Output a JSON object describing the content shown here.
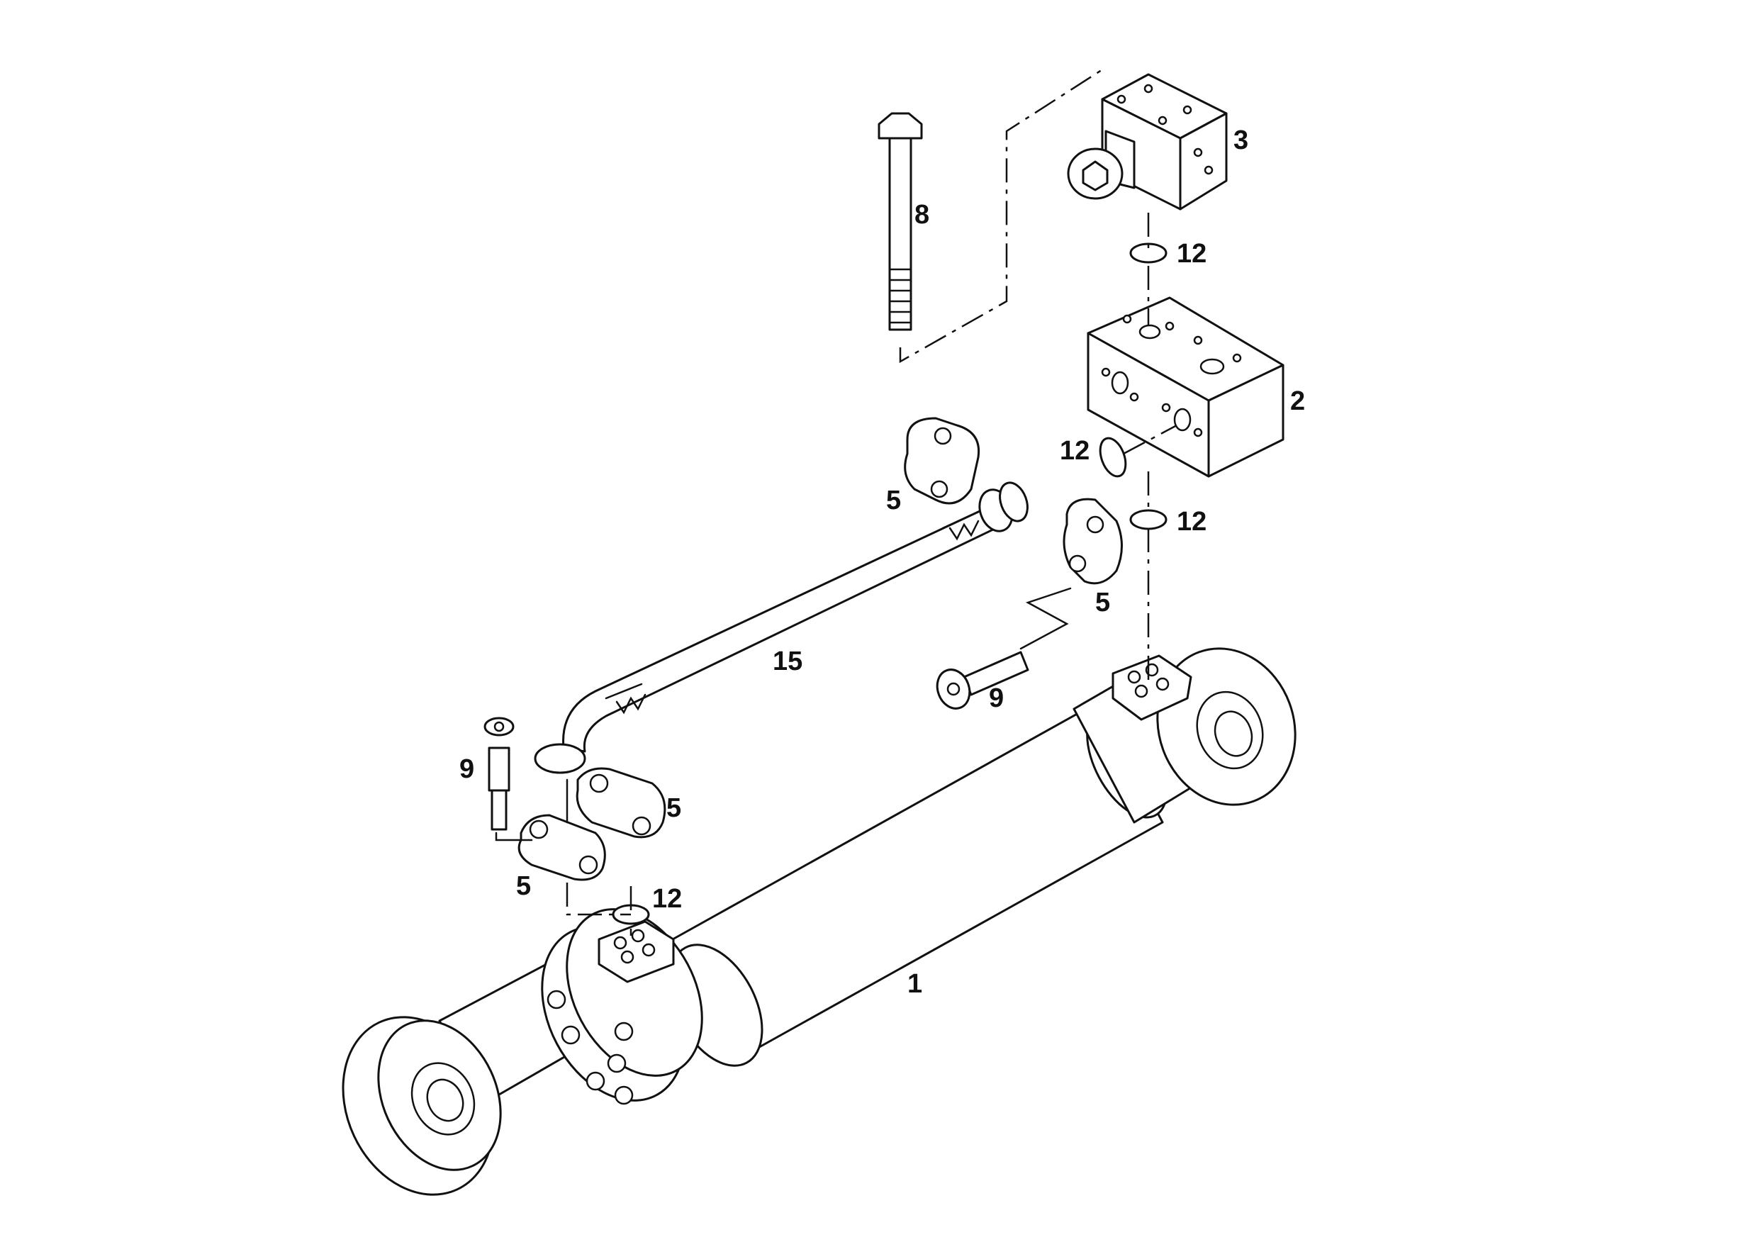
{
  "labels": {
    "cylinder": "1",
    "valve_block": "2",
    "solenoid_valve": "3",
    "clamp_upper_left": "5",
    "clamp_upper_right": "5",
    "clamp_lower_a": "5",
    "clamp_lower_b": "5",
    "bolt": "8",
    "screw_right": "9",
    "screw_left": "9",
    "oring_top": "12",
    "oring_block_left": "12",
    "oring_block_bottom": "12",
    "oring_cylinder": "12",
    "hose": "15"
  }
}
